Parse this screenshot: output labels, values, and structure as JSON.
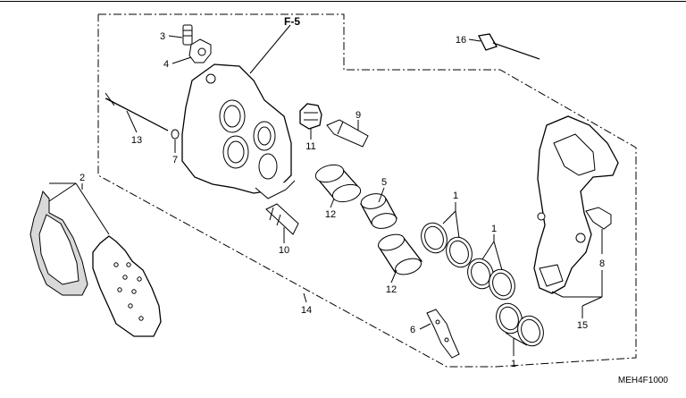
{
  "diagram": {
    "reference": "F-5",
    "drawing_code": "MEH4F1000",
    "callouts": [
      {
        "id": "c1a",
        "text": "1"
      },
      {
        "id": "c1b",
        "text": "1"
      },
      {
        "id": "c1c",
        "text": "1"
      },
      {
        "id": "c2",
        "text": "2"
      },
      {
        "id": "c3",
        "text": "3"
      },
      {
        "id": "c4",
        "text": "4"
      },
      {
        "id": "c5",
        "text": "5"
      },
      {
        "id": "c6",
        "text": "6"
      },
      {
        "id": "c7",
        "text": "7"
      },
      {
        "id": "c8",
        "text": "8"
      },
      {
        "id": "c9",
        "text": "9"
      },
      {
        "id": "c10",
        "text": "10"
      },
      {
        "id": "c11",
        "text": "11"
      },
      {
        "id": "c12a",
        "text": "12"
      },
      {
        "id": "c12b",
        "text": "12"
      },
      {
        "id": "c13",
        "text": "13"
      },
      {
        "id": "c14",
        "text": "14"
      },
      {
        "id": "c15",
        "text": "15"
      },
      {
        "id": "c16",
        "text": "16"
      }
    ]
  }
}
